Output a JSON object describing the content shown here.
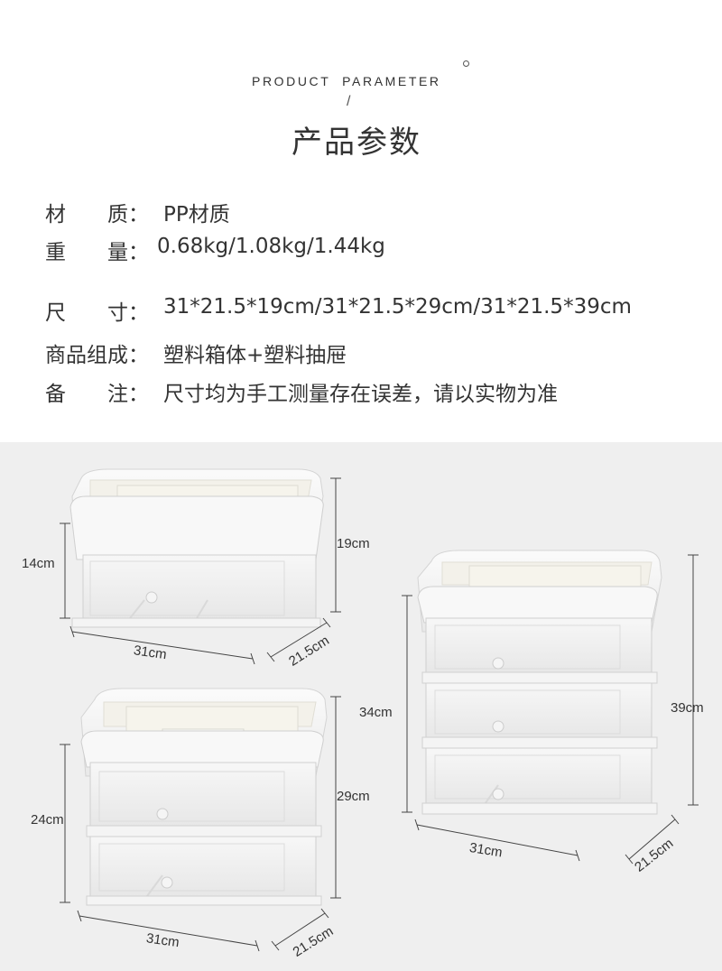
{
  "header": {
    "english_title": "PRODUCT  PARAMETER",
    "slash": "/",
    "chinese_title": "产品参数"
  },
  "specs": [
    {
      "label": "材　　质：",
      "value": "PP材质"
    },
    {
      "label": "重　　量：",
      "value": "0.68kg/1.08kg/1.44kg"
    },
    {
      "label": "尺　　寸：",
      "value": "31*21.5*19cm/31*21.5*29cm/31*21.5*39cm"
    },
    {
      "label": "商品组成：",
      "value": "塑料箱体+塑料抽屉"
    },
    {
      "label": "备　　注：",
      "value": "尺寸均为手工测量存在误差，请以实物为准"
    }
  ],
  "dimensions": {
    "small": {
      "height_inner": "14cm",
      "height_total": "19cm",
      "width": "31cm",
      "depth": "21.5cm"
    },
    "medium": {
      "height_inner": "24cm",
      "height_total": "29cm",
      "width": "31cm",
      "depth": "21.5cm"
    },
    "large": {
      "height_inner": "34cm",
      "height_total": "39cm",
      "width": "31cm",
      "depth": "21.5cm"
    }
  }
}
